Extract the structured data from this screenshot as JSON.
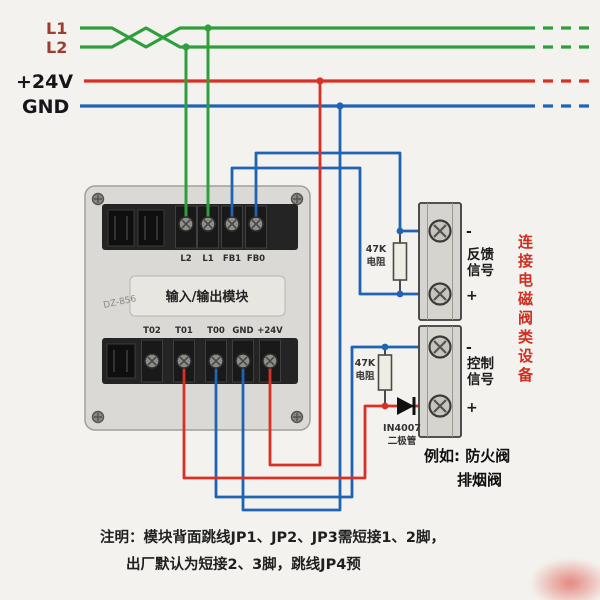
{
  "bus": {
    "l1": "L1",
    "l2": "L2",
    "p24": "+24V",
    "gnd": "GND"
  },
  "module": {
    "title": "输入/输出模块",
    "model": "DZ-856",
    "top_terminals": [
      "L2",
      "L1",
      "FB1",
      "FB0"
    ],
    "bottom_terminals": [
      "T02",
      "T01",
      "T00",
      "GND",
      "+24V"
    ]
  },
  "components": {
    "resistor": {
      "value": "47K",
      "name": "电阻"
    },
    "diode": {
      "value": "IN4007",
      "name": "二极管"
    }
  },
  "device_block": {
    "feedback": {
      "minus": "-",
      "plus": "+",
      "word1": "反馈",
      "word2": "信号"
    },
    "control": {
      "minus": "-",
      "plus": "+",
      "word1": "控制",
      "word2": "信号"
    },
    "connect_note": "连接电磁阀类设备",
    "example_line1": "例如: 防火阀",
    "example_line2": "排烟阀"
  },
  "footnote": {
    "line1": "注明：模块背面跳线JP1、JP2、JP3需短接1、2脚，",
    "line2": "出厂默认为短接2、3脚，跳线JP4预"
  },
  "colors": {
    "loop_wire": "#2f9e3d",
    "power_wire": "#d93025",
    "gnd_wire": "#1f63b5",
    "accent_red_text": "#cf2f21"
  }
}
